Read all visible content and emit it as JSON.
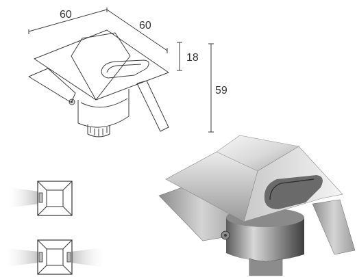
{
  "dimensions": {
    "top_width": "60",
    "side_depth": "60",
    "head_height": "18",
    "total_height": "59"
  },
  "colors": {
    "line": "#3a3a3a",
    "light_beam": "#c8c8c8",
    "metal_light": "#f2f2f2",
    "metal_mid": "#bdbdbd",
    "metal_dark": "#6e6e6e"
  },
  "icons": {
    "single_beam_symbol": "square-with-one-beam",
    "double_beam_symbol": "square-with-two-beams"
  }
}
